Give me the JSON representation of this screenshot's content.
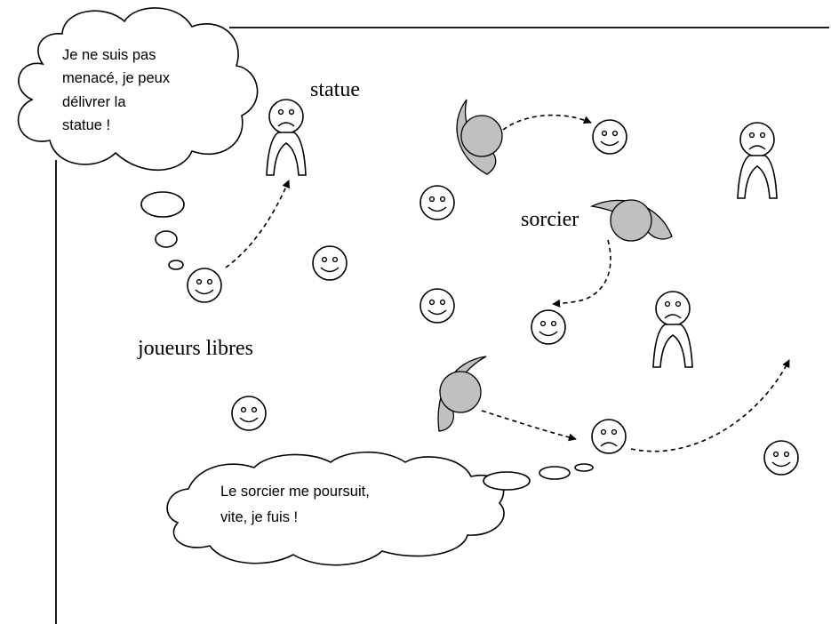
{
  "labels": {
    "statue": "statue",
    "sorcier": "sorcier",
    "free_players": "joueurs libres"
  },
  "thought_top": {
    "lines": [
      "Je ne suis pas",
      "menacé, je peux",
      "délivrer la",
      "statue !"
    ]
  },
  "thought_bottom": {
    "lines": [
      "Le sorcier me poursuit,",
      "vite, je fuis !"
    ]
  },
  "icons": {
    "happy": "smiley-face-icon",
    "sad": "sad-face-icon",
    "statue": "frozen-statue-icon",
    "sorcerer": "caped-sorcerer-icon"
  },
  "colors": {
    "sorcerer_fill": "#c0c0c0",
    "line": "#000000"
  }
}
